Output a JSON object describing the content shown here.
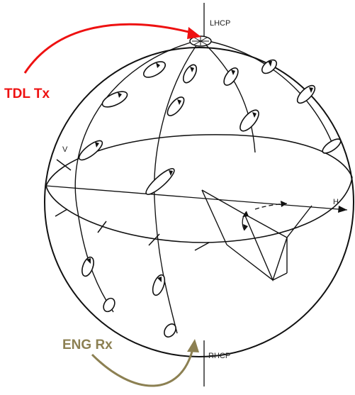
{
  "labels": {
    "north_pole": "LHCP",
    "south_pole": "RHCP",
    "axis_v": "V",
    "axis_h": "H"
  },
  "callouts": {
    "transmit": {
      "text": "TDL Tx",
      "color": "#ee1111"
    },
    "receive": {
      "text": "ENG Rx",
      "color": "#8c8052"
    }
  },
  "colors": {
    "line": "#111111",
    "background": "#ffffff"
  }
}
